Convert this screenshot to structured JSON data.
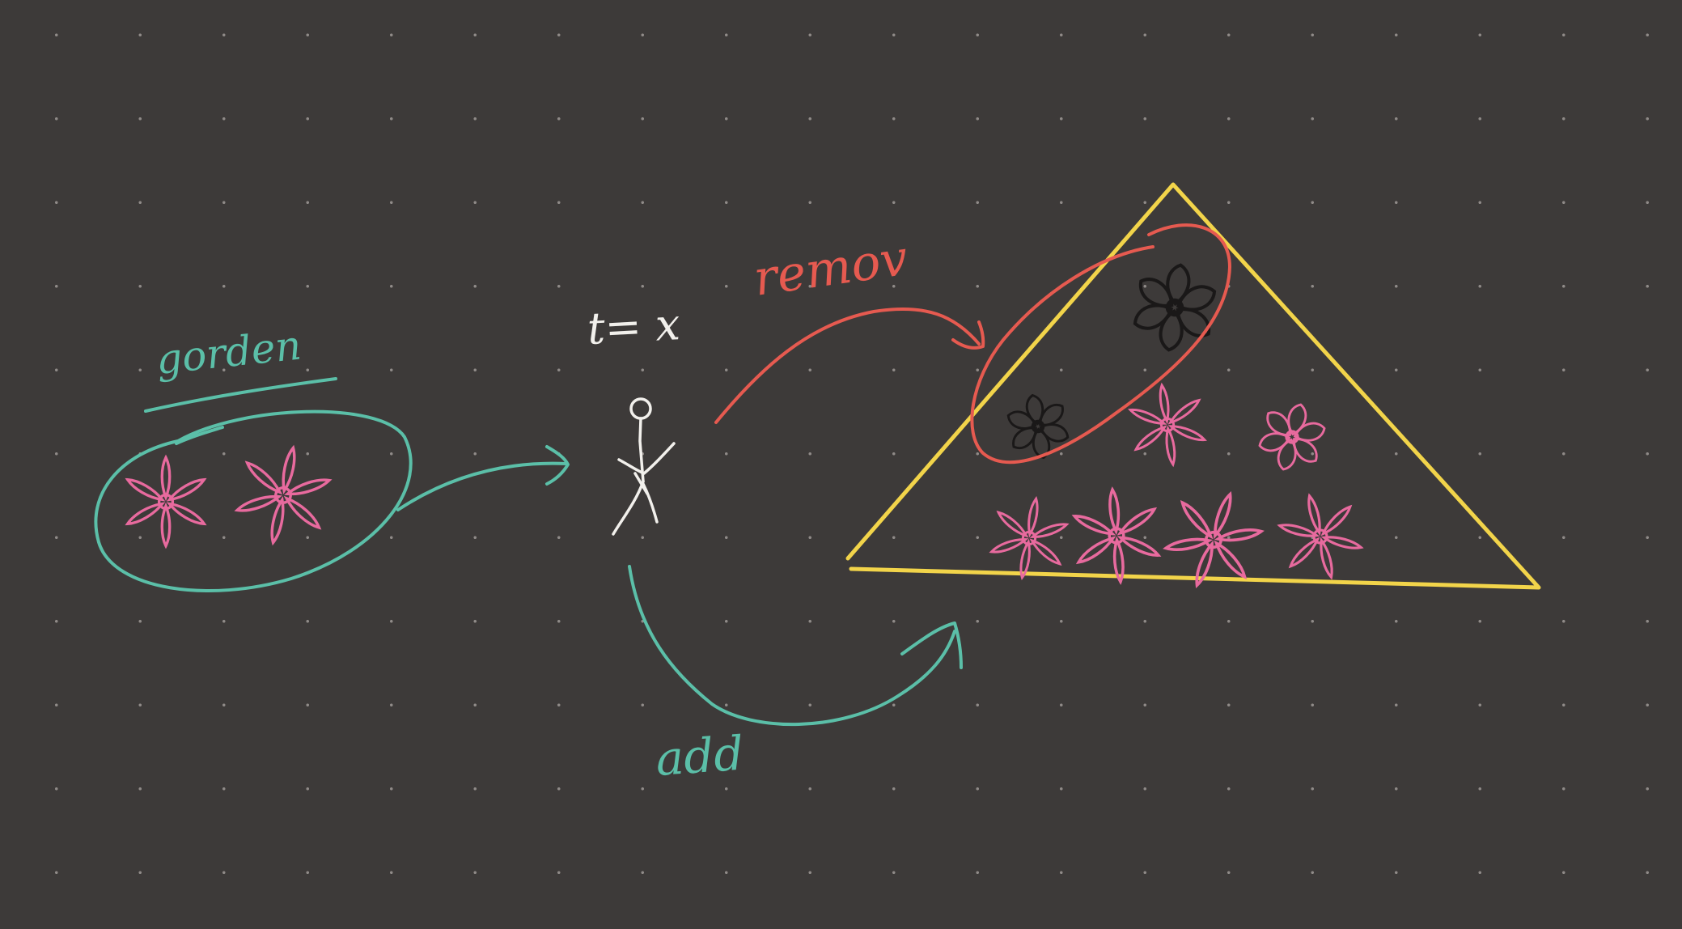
{
  "labels": {
    "garden": "gorden",
    "remove": "remov",
    "add": "add",
    "t_equals_x": "t= x"
  },
  "colors": {
    "background": "#3d3a39",
    "teal": "#5bbfa8",
    "pink": "#e86a9e",
    "red": "#e65a50",
    "yellow": "#f2d44a",
    "white": "#f2f0ec",
    "black": "#1a1818"
  },
  "icons": {
    "person": "stick-figure-icon",
    "flower": "flower-icon"
  }
}
